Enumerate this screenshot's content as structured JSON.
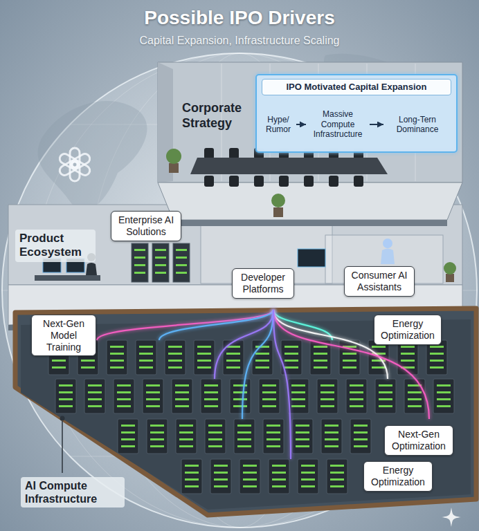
{
  "diagram": {
    "title": "Possible IPO Drivers",
    "nodes": [
      {
        "text": [
          "Corporate Strategy"
        ]
      },
      {
        "text": [
          "IPO Motivated Capital Expansion"
        ],
        "in": 0
      },
      {
        "text": [
          "Hype/ Rumor"
        ],
        "in": 1
      },
      {
        "text": [
          "Massive Compute Infrastructure"
        ],
        "in": 1
      },
      {
        "text": [
          "Long-Tern Dominance"
        ],
        "in": 1
      },
      {
        "text": [
          "Product Ecosystem"
        ]
      },
      {
        "text": [
          "Enterprise AI Solutions"
        ],
        "in": 5
      },
      {
        "text": [
          "Developer Platforms"
        ],
        "in": 5
      },
      {
        "text": [
          "Consumer AI Assistants"
        ],
        "in": 5
      },
      {
        "text": [
          "AI Compute Infrastructure"
        ]
      },
      {
        "text": [
          "Next-Gen Model Training"
        ],
        "in": 9
      },
      {
        "text": [
          "Energy Optimization"
        ],
        "in": 9
      },
      {
        "text": [
          "Next-Gen Optimization"
        ],
        "in": 9
      },
      {
        "text": [
          "Energy Optimization"
        ],
        "in": 9
      }
    ],
    "edges": [
      {
        "from": 2,
        "to": 3,
        "arrow": "to"
      },
      {
        "from": 3,
        "to": 4,
        "arrow": "to"
      }
    ],
    "labels": [
      "Capital Expansion, Infrastructure Scaling"
    ]
  }
}
